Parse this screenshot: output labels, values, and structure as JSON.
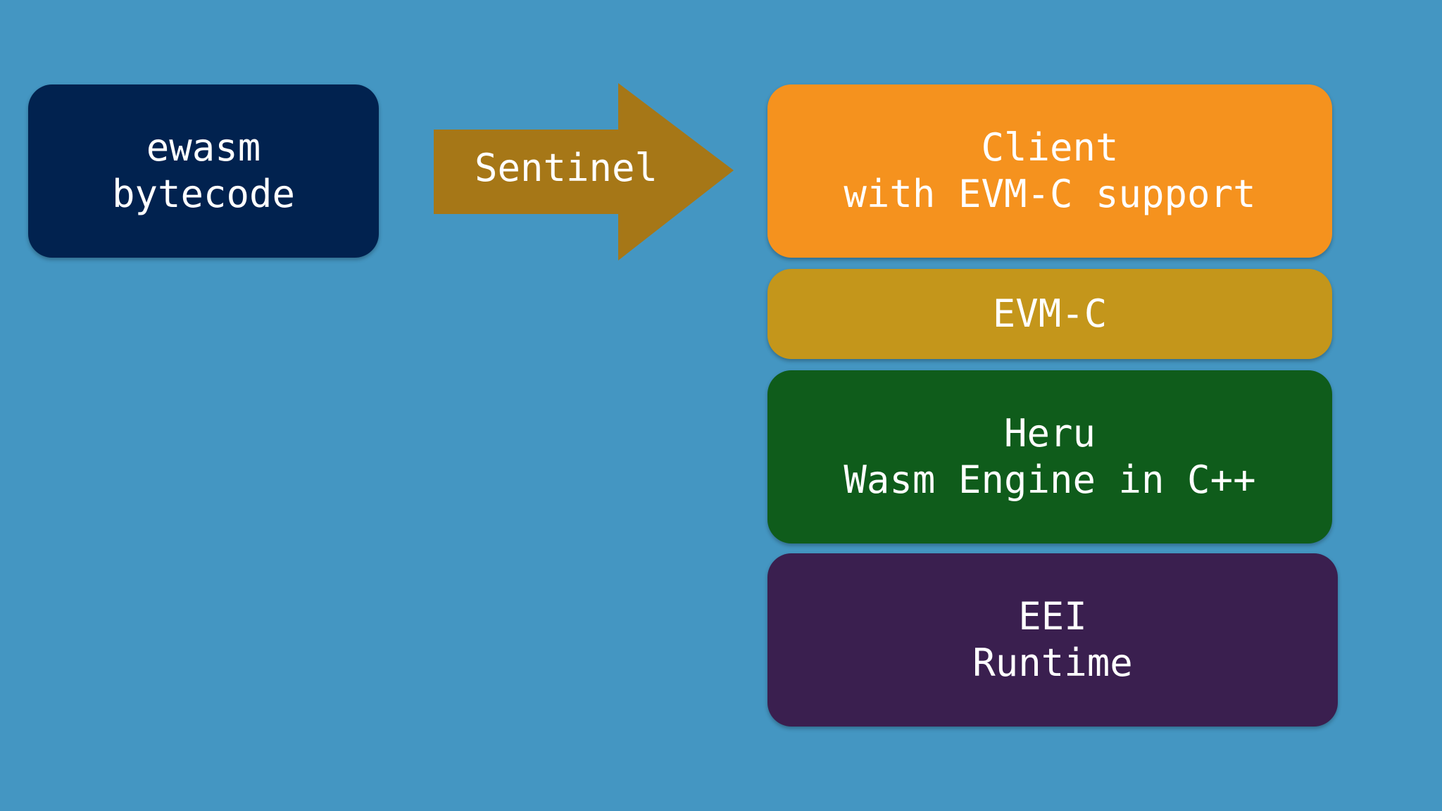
{
  "slide": {
    "background_color": "#4496C2"
  },
  "bytecode_box": {
    "line1": "ewasm",
    "line2": "bytecode",
    "color": "#01224F"
  },
  "arrow": {
    "label": "Sentinel",
    "color": "#A67717"
  },
  "stack": {
    "client": {
      "line1": "Client",
      "line2": "with EVM-C support",
      "color": "#F5921E"
    },
    "evmc": {
      "line1": "EVM-C",
      "color": "#C4961B"
    },
    "hera": {
      "line1": "Heru",
      "line2": "Wasm Engine in C++",
      "color": "#0F5C1B"
    },
    "eei": {
      "line1": "EEI",
      "line2": "Runtime",
      "color": "#3A1F4F"
    }
  }
}
